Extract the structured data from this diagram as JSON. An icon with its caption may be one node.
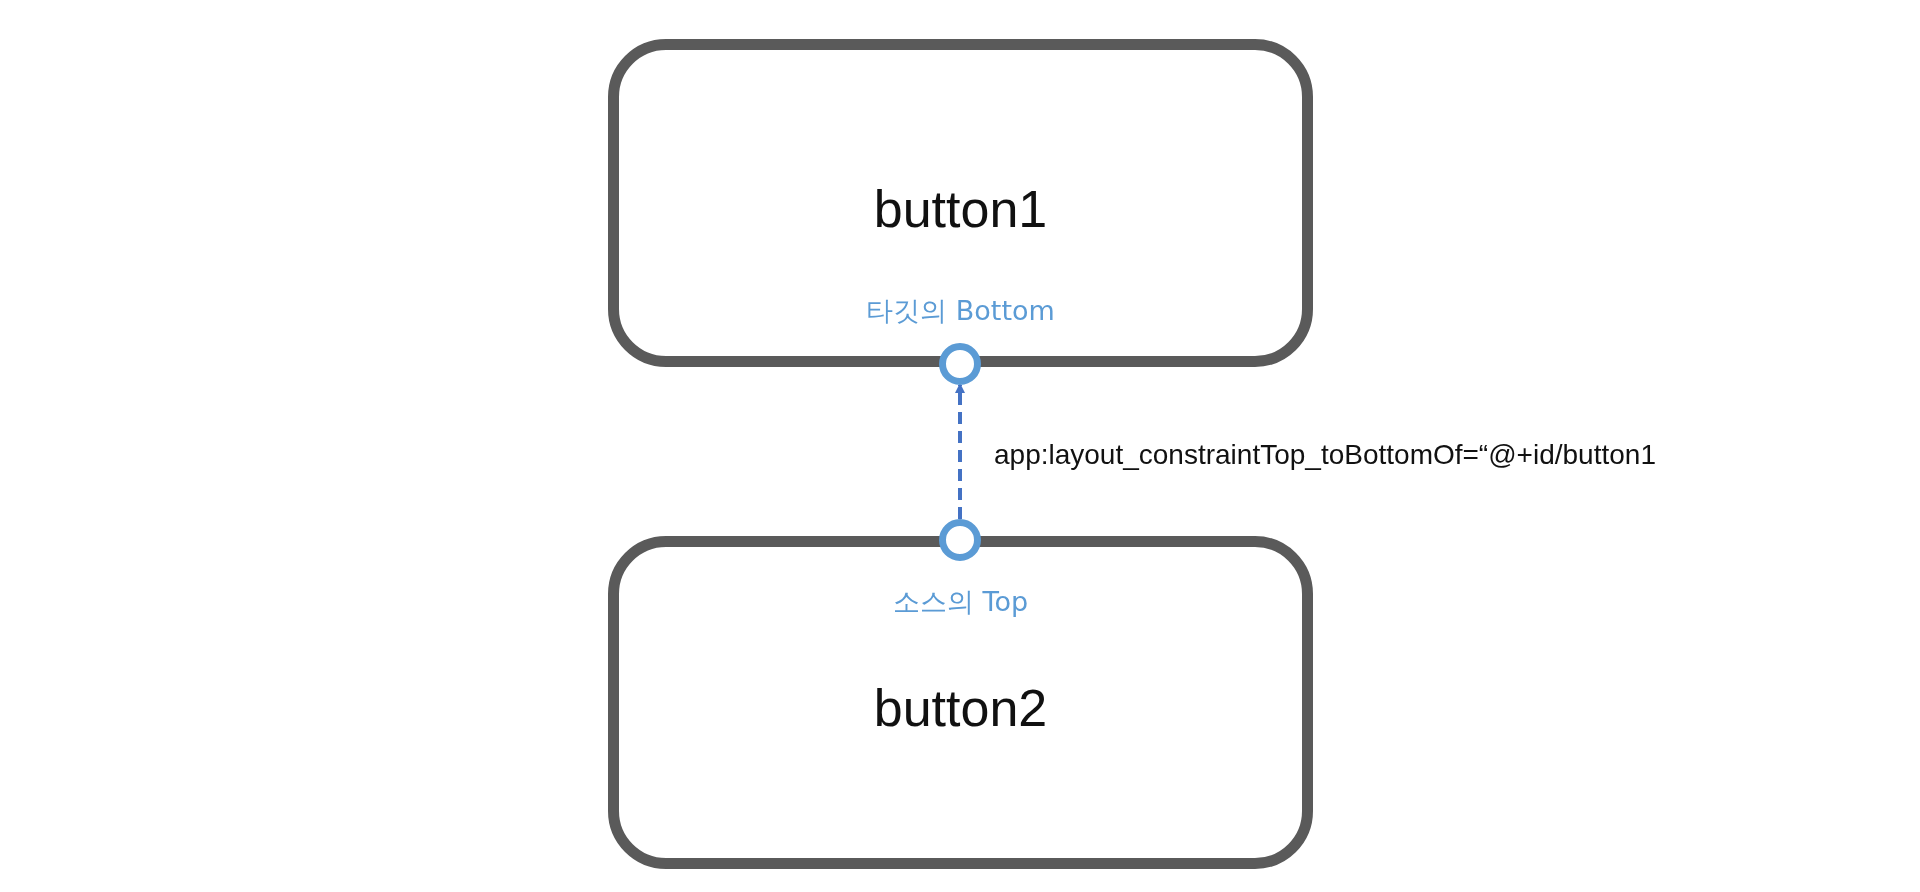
{
  "diagram": {
    "nodes": [
      {
        "text": [
          "button1",
          "타깃의 Bottom"
        ]
      },
      {
        "text": [],
        "shape": "circle"
      },
      {
        "text": [],
        "shape": "circle"
      },
      {
        "text": [
          "소스의 Top",
          "button2"
        ]
      }
    ],
    "edges": [
      {
        "from": 2,
        "to": 1,
        "arrow": "to",
        "style": "dashed",
        "label": "app:layout_constraintTop_toBottomOf=“@+id/button1"
      }
    ]
  }
}
